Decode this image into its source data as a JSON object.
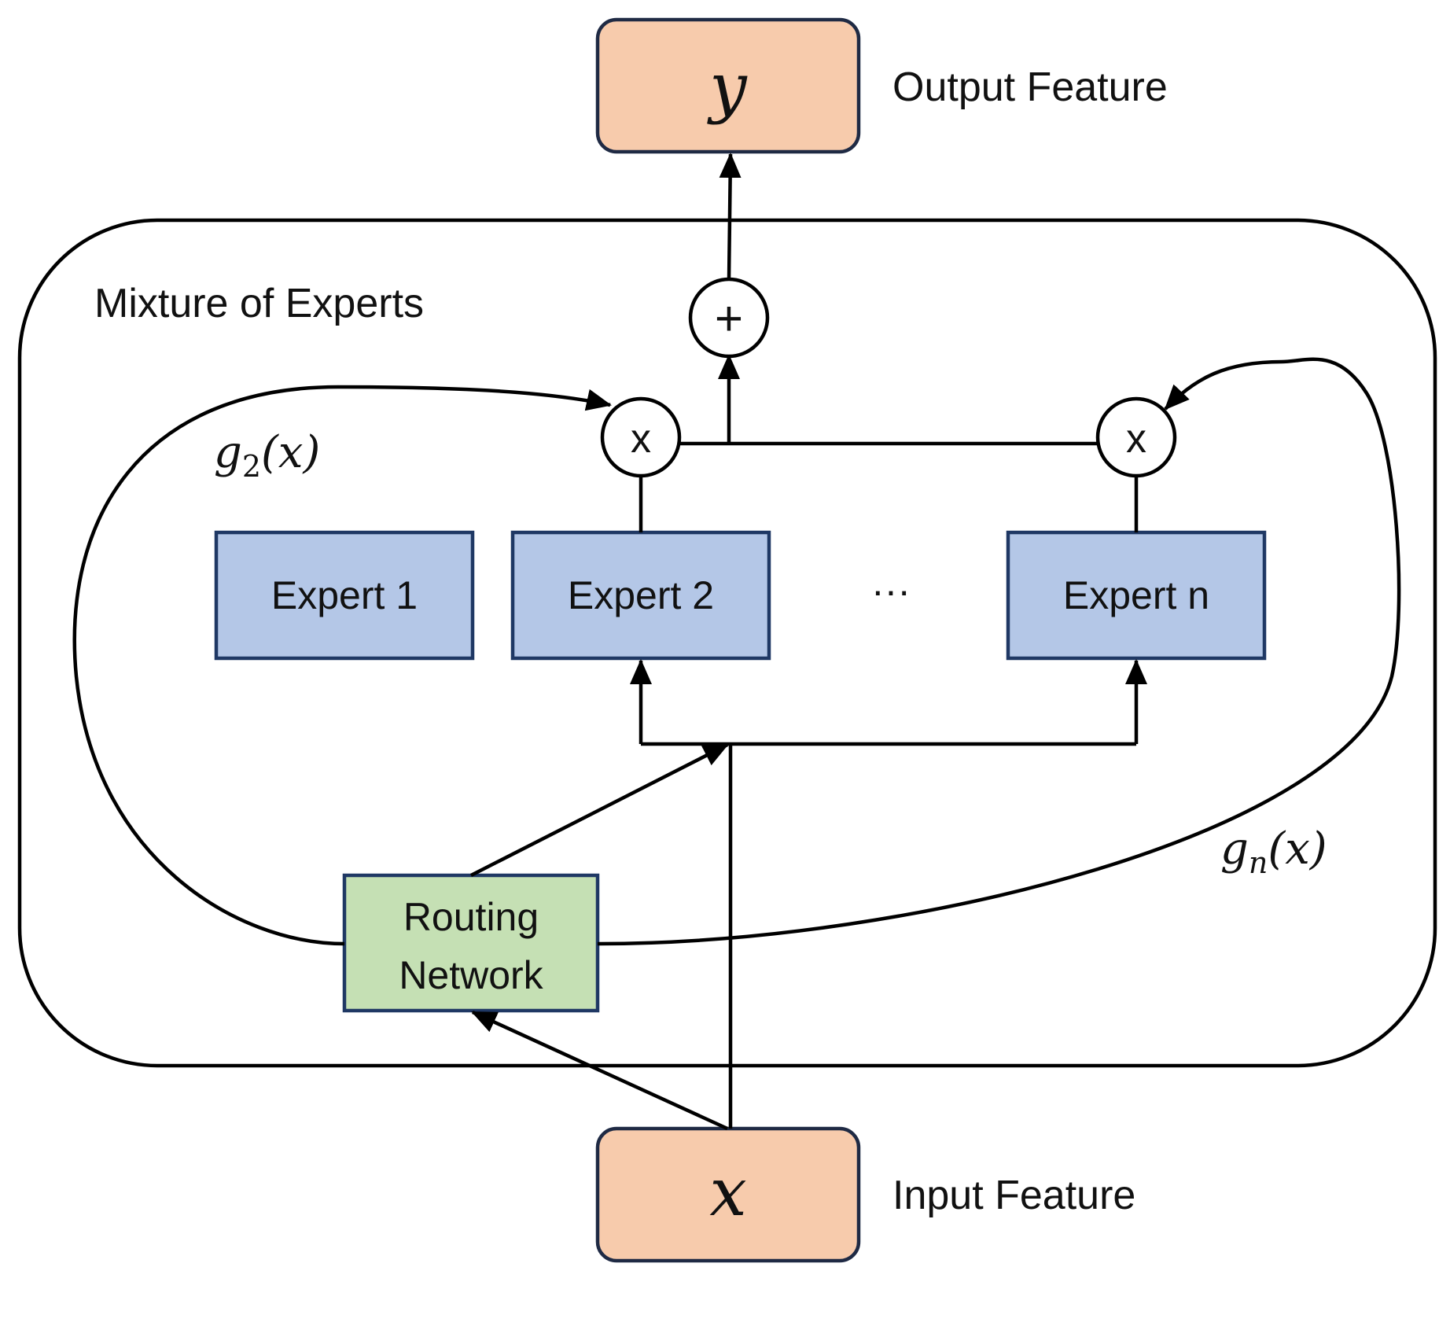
{
  "diagram": {
    "container_title": "Mixture of Experts",
    "output": {
      "symbol": "y",
      "caption": "Output Feature"
    },
    "input": {
      "symbol": "x",
      "caption": "Input Feature"
    },
    "experts": [
      {
        "label": "Expert 1"
      },
      {
        "label": "Expert 2"
      },
      {
        "label": "Expert n"
      }
    ],
    "ellipsis": "···",
    "router": {
      "line1": "Routing",
      "line2": "Network"
    },
    "sum_op": "+",
    "multiply_op": "x",
    "gates": {
      "g2": {
        "fn": "g",
        "sub": "2",
        "arg": "(x)"
      },
      "gn": {
        "fn": "g",
        "sub": "n",
        "arg": "(x)"
      }
    },
    "colors": {
      "io_fill": "#F7CBAC",
      "io_stroke": "#1F2A44",
      "expert_fill": "#B4C7E7",
      "expert_stroke": "#1F3864",
      "router_fill": "#C5E0B4",
      "router_stroke": "#1F3864",
      "line": "#000000"
    }
  }
}
